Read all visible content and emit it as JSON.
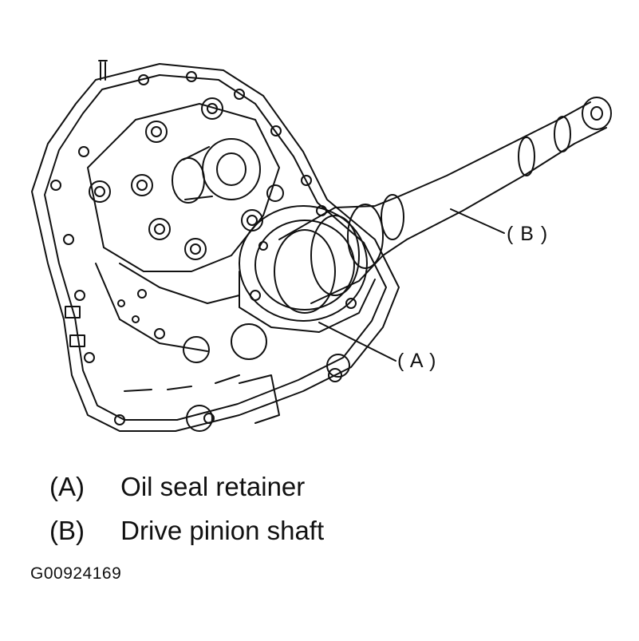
{
  "figure": {
    "callouts": {
      "a": "( A )",
      "b": "( B )"
    },
    "legend": [
      {
        "key": "(A)",
        "text": "Oil seal retainer"
      },
      {
        "key": "(B)",
        "text": "Drive pinion shaft"
      }
    ],
    "figure_code": "G00924169"
  }
}
